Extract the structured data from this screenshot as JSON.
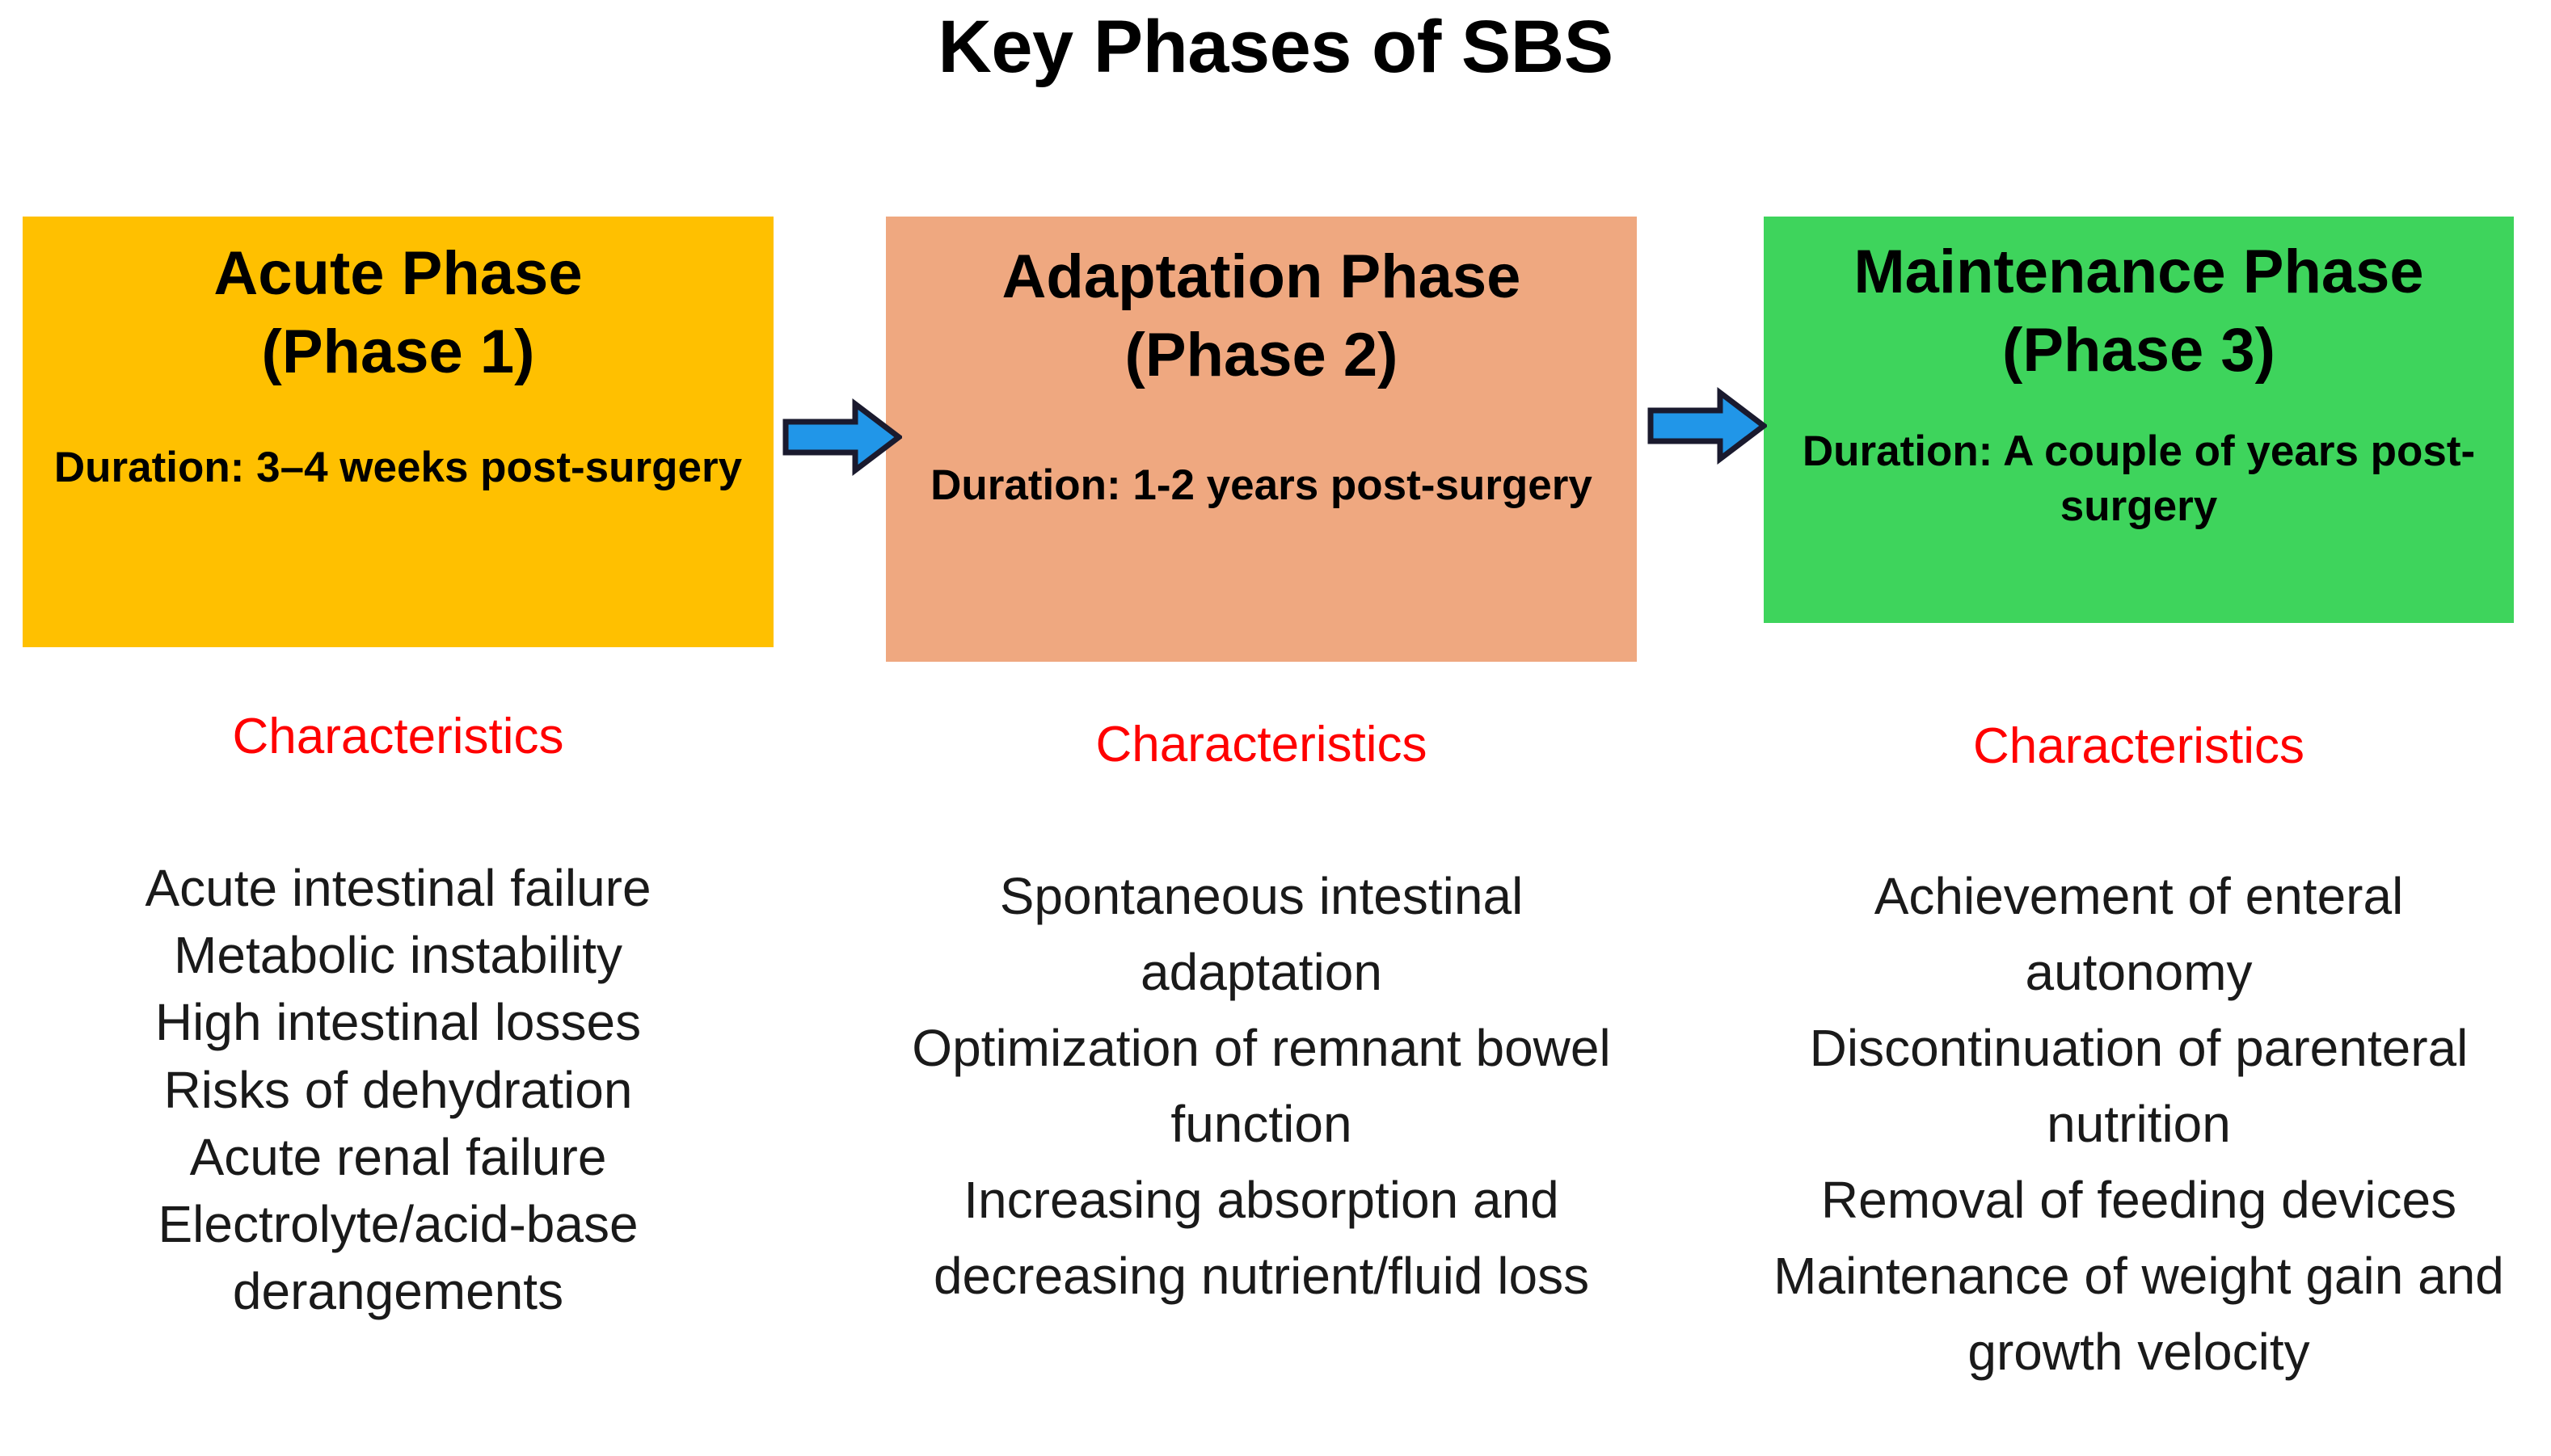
{
  "title": "Key Phases of SBS",
  "accent_colors": {
    "phase1_fill": "#FFC000",
    "phase2_fill": "#EFA880",
    "phase3_fill": "#3ED45C",
    "arrow_fill": "#2196E8",
    "arrow_stroke": "#1A1A2E",
    "characteristics_heading": "#FF0000",
    "text": "#000000",
    "background": "#FFFFFF"
  },
  "phases": [
    {
      "name": "Acute Phase\n(Phase 1)",
      "duration": "Duration: 3–4 weeks post-surgery",
      "characteristics_label": "Characteristics",
      "characteristics": [
        "Acute intestinal failure",
        "Metabolic instability",
        "High intestinal losses",
        "Risks of dehydration",
        "Acute renal failure",
        "Electrolyte/acid-base derangements"
      ]
    },
    {
      "name": "Adaptation Phase\n(Phase 2)",
      "duration": "Duration: 1-2 years post-surgery",
      "characteristics_label": "Characteristics",
      "characteristics": [
        "Spontaneous intestinal adaptation",
        "Optimization of remnant bowel function",
        "Increasing absorption and decreasing nutrient/fluid loss"
      ]
    },
    {
      "name": "Maintenance Phase\n(Phase 3)",
      "duration": "Duration: A couple of years post-surgery",
      "characteristics_label": "Characteristics",
      "characteristics": [
        "Achievement of enteral autonomy",
        "Discontinuation of parenteral nutrition",
        "Removal of feeding devices",
        "Maintenance of weight gain and growth velocity"
      ]
    }
  ],
  "arrows": [
    {
      "label": "arrow-phase1-to-phase2"
    },
    {
      "label": "arrow-phase2-to-phase3"
    }
  ]
}
